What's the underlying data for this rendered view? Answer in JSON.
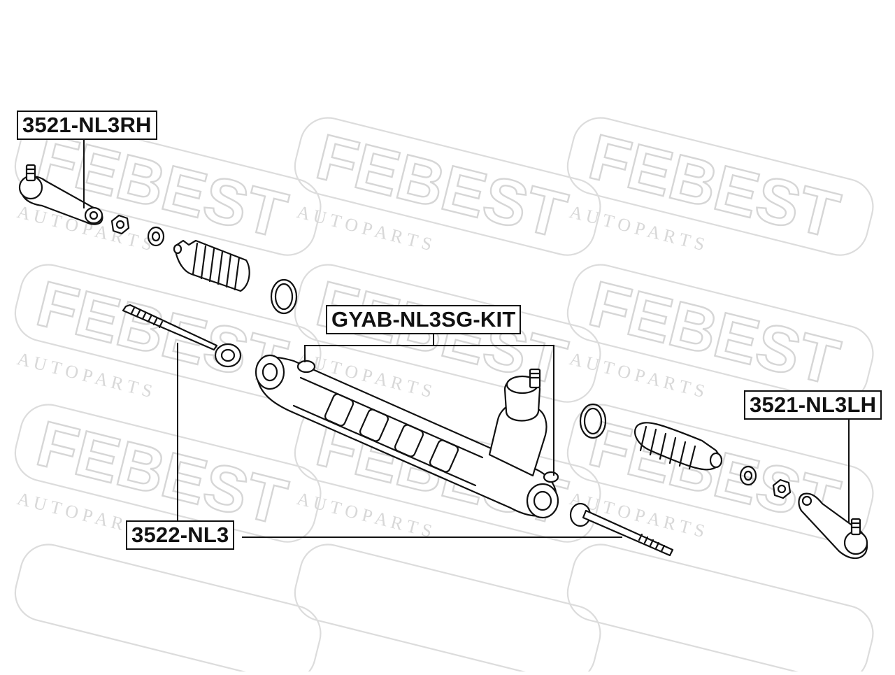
{
  "watermark": {
    "brand": "FEBEST",
    "tagline": "A U T O   P A R T S"
  },
  "labels": {
    "tie_rod_end_rh": "3521-NL3RH",
    "rack_kit": "GYAB-NL3SG-KIT",
    "tie_rod_end_lh": "3521-NL3LH",
    "inner_tie_rod": "3522-NL3"
  }
}
